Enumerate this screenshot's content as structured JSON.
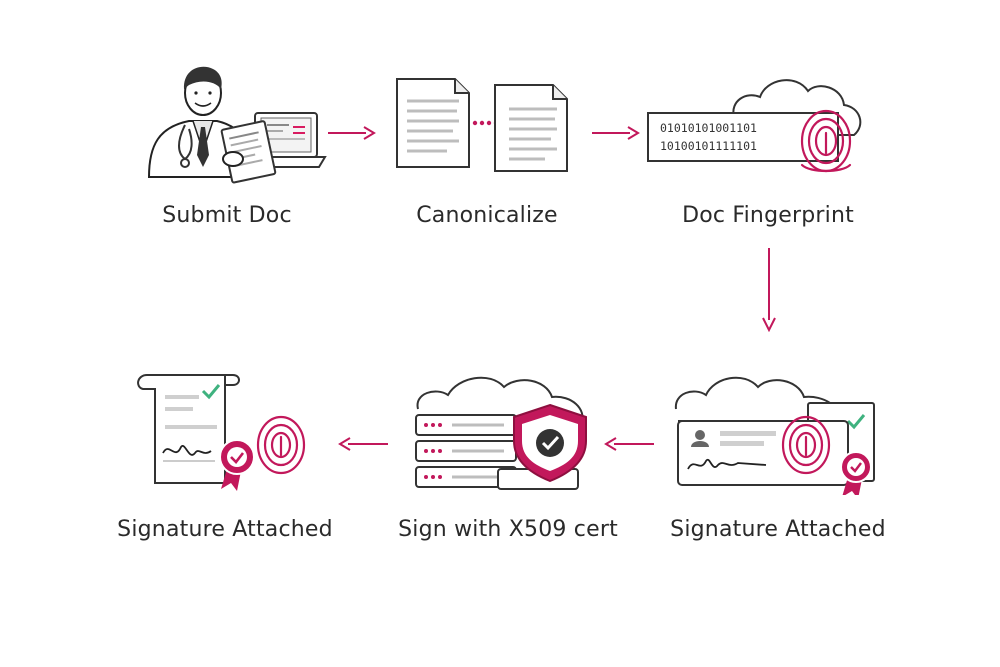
{
  "accent_color": "#c2185b",
  "check_color": "#3fb27f",
  "steps": [
    {
      "id": "submit",
      "label": "Submit Doc",
      "icon": "doctor-with-document-icon"
    },
    {
      "id": "canonicalize",
      "label": "Canonicalize",
      "icon": "documents-canonicalize-icon"
    },
    {
      "id": "fingerprint",
      "label": "Doc Fingerprint",
      "icon": "binary-fingerprint-cloud-icon",
      "binary_lines": [
        "01010101001101",
        "10100101111101"
      ]
    },
    {
      "id": "attached-card",
      "label": "Signature Attached",
      "icon": "signed-id-card-icon"
    },
    {
      "id": "sign-x509",
      "label": "Sign with X509 cert",
      "icon": "server-shield-icon"
    },
    {
      "id": "attached-scroll",
      "label": "Signature Attached",
      "icon": "signed-scroll-icon"
    }
  ],
  "flow": [
    "submit",
    "canonicalize",
    "fingerprint",
    "attached-card",
    "sign-x509",
    "attached-scroll"
  ]
}
